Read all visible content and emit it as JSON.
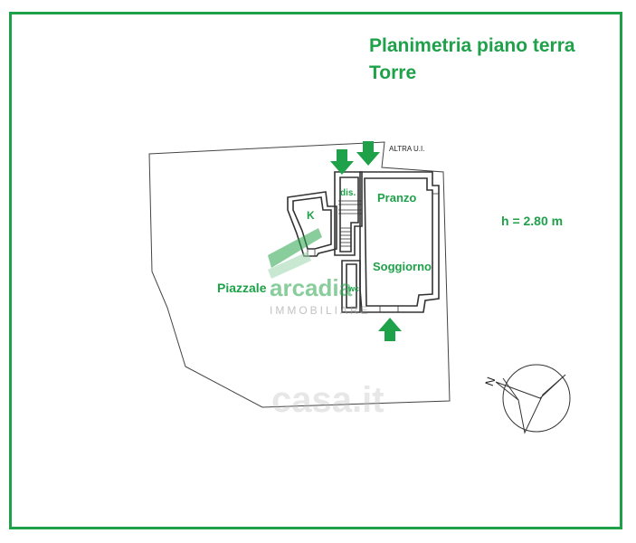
{
  "title": {
    "line1": "Planimetria piano terra",
    "line2": "Torre"
  },
  "rooms": {
    "kitchen": "K",
    "dis": "dis.",
    "pranzo": "Pranzo",
    "soggiorno": "Soggiorno",
    "wc": "wc",
    "piazzale": "Piazzale",
    "altra": "ALTRA U.I."
  },
  "height_note": "h = 2.80 m",
  "compass": {
    "north_letter": "N"
  },
  "watermark": {
    "brand": "arcadia",
    "subtitle": "IMMOBILIARE",
    "site": "casa.it"
  },
  "colors": {
    "accent": "#1fa14a",
    "line": "#444444"
  }
}
